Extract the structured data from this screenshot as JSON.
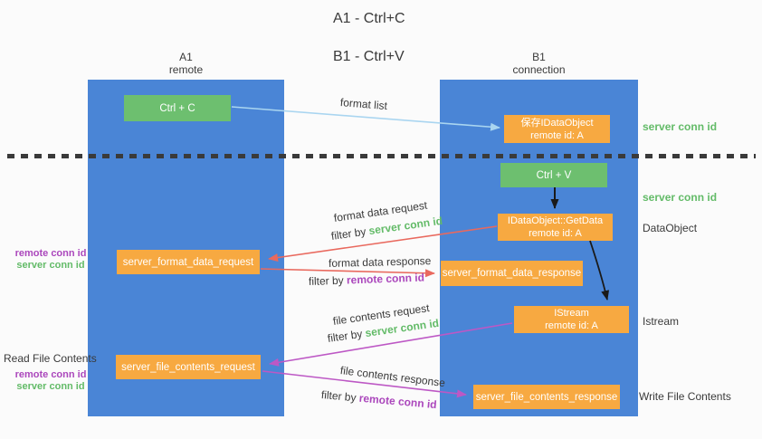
{
  "title": {
    "line1": "A1 - Ctrl+C",
    "line2": "B1 - Ctrl+V"
  },
  "columns": {
    "left": {
      "name": "A1",
      "role": "remote"
    },
    "right": {
      "name": "B1",
      "role": "connection"
    }
  },
  "boxes": {
    "ctrl_c": "Ctrl + C",
    "ctrl_v": "Ctrl + V",
    "save_dataobject": {
      "line1": "保存IDataObject",
      "line2": "remote id: A"
    },
    "getdata": {
      "line1": "IDataObject::GetData",
      "line2": "remote id: A"
    },
    "istream": {
      "line1": "IStream",
      "line2": "remote id: A"
    },
    "format_request": "server_format_data_request",
    "format_response": "server_format_data_response",
    "file_request": "server_file_contents_request",
    "file_response": "server_file_contents_response"
  },
  "arrow_labels": {
    "format_list": "format list",
    "format_data_request": "format data request",
    "filter_server_1": {
      "prefix": "filter by ",
      "highlight": "server conn id"
    },
    "format_data_response": "format data response",
    "filter_remote_1": {
      "prefix": "filter by ",
      "highlight": "remote conn id"
    },
    "file_contents_request": "file contents request",
    "filter_server_2": {
      "prefix": "filter by ",
      "highlight": "server conn id"
    },
    "file_contents_response": "file contents response",
    "filter_remote_2": {
      "prefix": "filter by ",
      "highlight": "remote conn id"
    }
  },
  "side_labels": {
    "server_conn_top": "server conn id",
    "server_conn_mid": "server conn id",
    "dataobject": "DataObject",
    "istream": "Istream",
    "write_file": "Write File Contents",
    "read_file": "Read File Contents",
    "left_pair1": {
      "remote": "remote conn id",
      "server": "server conn id"
    },
    "left_pair2": {
      "remote": "remote conn id",
      "server": "server conn id"
    }
  },
  "colors": {
    "column_blue": "#4a85d6",
    "box_green": "#6dbf6f",
    "box_orange": "#f7a941",
    "arrow_red": "#e9695e",
    "arrow_magenta": "#bd58c5",
    "arrow_light_blue": "#a9d5f0",
    "arrow_black": "#1a1a1a",
    "text_green": "#63bb68",
    "text_purple": "#ab47bc"
  }
}
